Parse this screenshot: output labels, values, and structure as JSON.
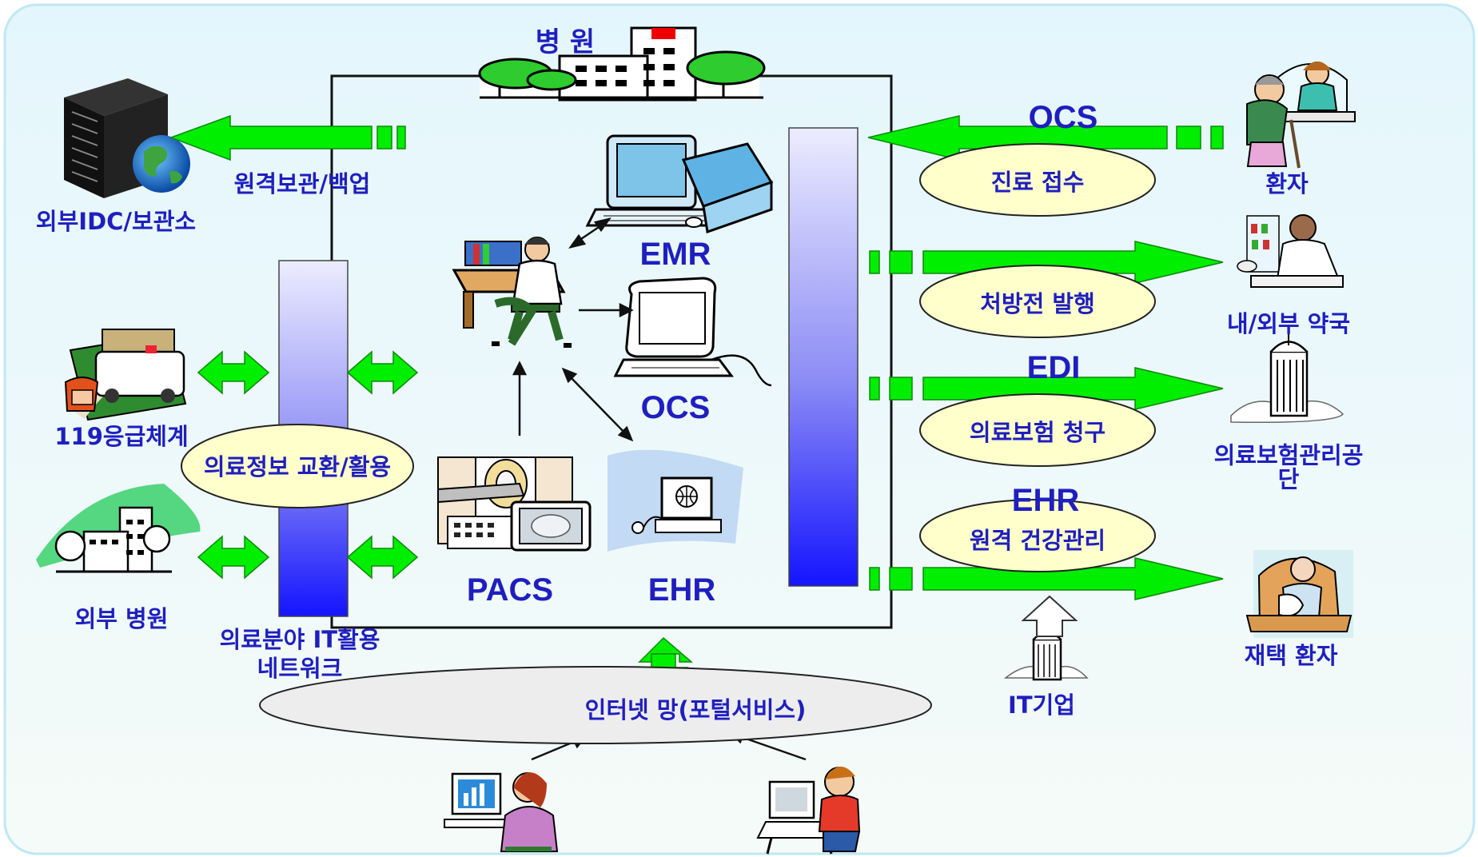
{
  "colors": {
    "text": "#1f1fbf",
    "arrow": "#00ee00",
    "ellipse": "#ffffcc",
    "gradient_top": "#e8e8ff",
    "gradient_bottom": "#1010ff",
    "background_top": "#e7f7fd",
    "background_bottom": "#f4fbf8"
  },
  "hospital": {
    "title": "병   원"
  },
  "systems": {
    "emr": "EMR",
    "ocs": "OCS",
    "pacs": "PACS",
    "ehr": "EHR"
  },
  "left": {
    "idc": "외부IDC/보관소",
    "backup": "원격보관/백업",
    "emergency": "119응급체계",
    "external_hospital": "외부  병원",
    "exchange": "의료정보  교환/활용",
    "network_line1": "의료분야  IT활용",
    "network_line2": "네트워크"
  },
  "right": {
    "ocs": "OCS",
    "reception": "진료  접수",
    "patient": "환자",
    "prescription": "처방전  발행",
    "pharmacy": "내/외부  약국",
    "edi": "EDI",
    "insurance_claim": "의료보험  청구",
    "insurance_agency": "의료보험관리공단",
    "ehr": "EHR",
    "remote_health": "원격  건강관리",
    "home_patient": "재택  환자",
    "it_company": "IT기업"
  },
  "bottom": {
    "internet": "인터넷  망(포털서비스)"
  },
  "icons": [
    "server-globe-icon",
    "hospital-building-icon",
    "emr-computer-icon",
    "doctor-desk-icon",
    "ocs-computer-icon",
    "pacs-scanner-icon",
    "ehr-monitor-icon",
    "ambulance-phone-icon",
    "external-hospital-icon",
    "patient-reception-icon",
    "pharmacist-icon",
    "insurance-building-icon",
    "home-patient-icon",
    "it-company-building-icon",
    "internet-user-woman-icon",
    "internet-user-boy-icon"
  ]
}
